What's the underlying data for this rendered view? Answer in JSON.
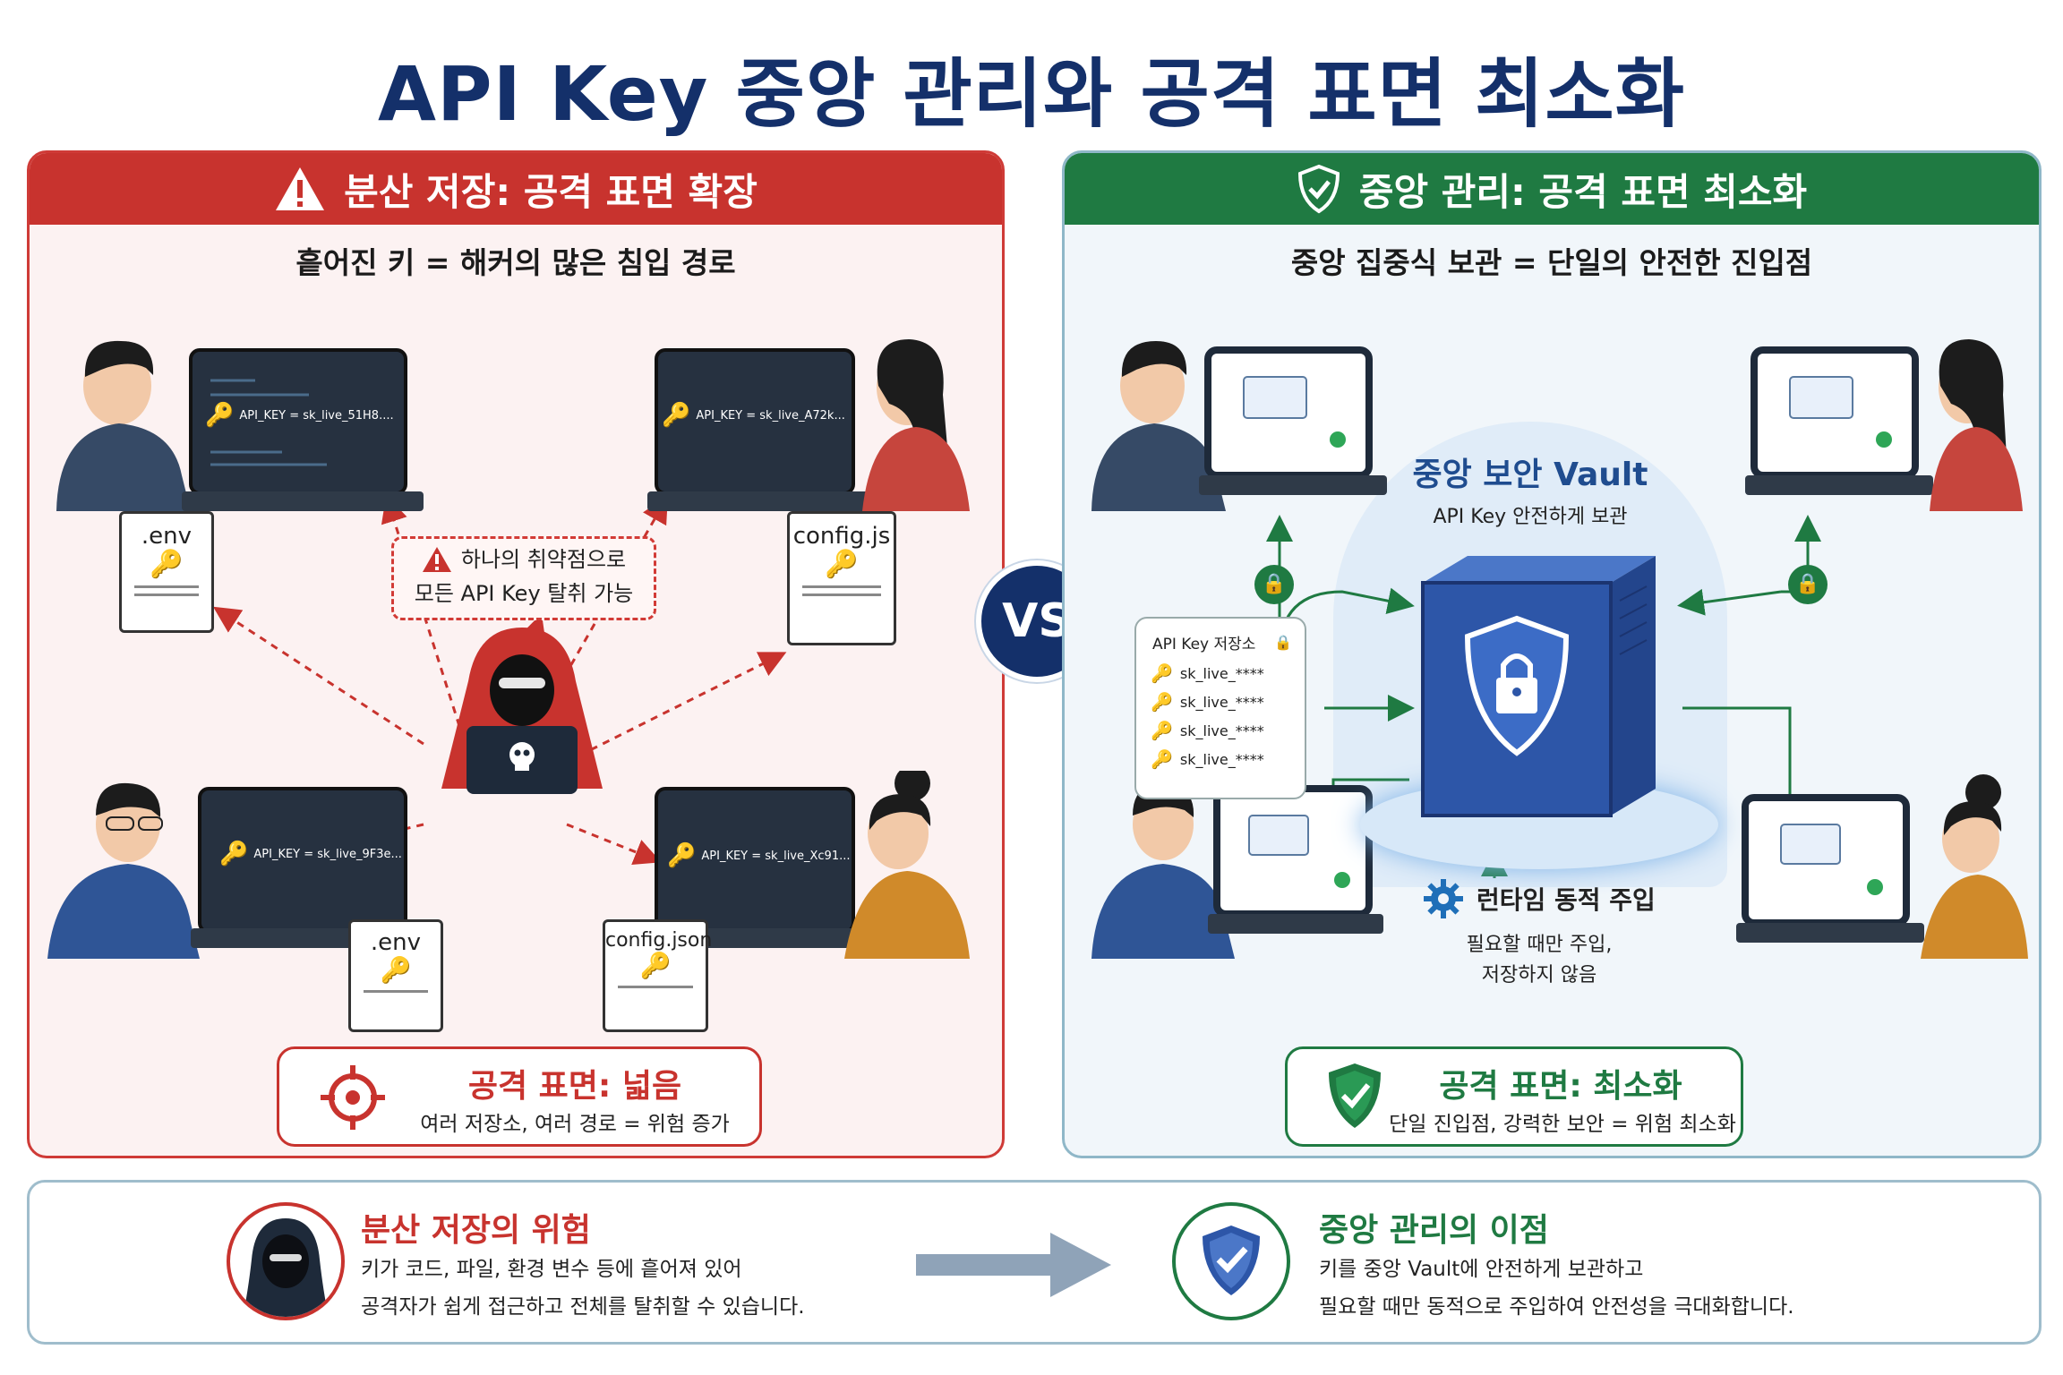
{
  "title": "API Key 중앙 관리와 공격 표면 최소화",
  "vs_label": "VS",
  "left_panel": {
    "header": "분산 저장: 공격 표면 확장",
    "subtitle": "흩어진 키 = 해커의 많은 침입 경로",
    "screens": [
      "API_KEY = sk_live_51H8....",
      "API_KEY = sk_live_A72k...",
      "API_KEY = sk_live_9F3e...",
      "API_KEY = sk_live_Xc91..."
    ],
    "files": [
      ".env",
      "config.js",
      ".env",
      "config.json"
    ],
    "warning_line1": "하나의 취약점으로",
    "warning_line2": "모든 API Key 탈취 가능",
    "summary_title": "공격 표면: 넓음",
    "summary_text": "여러 저장소, 여러 경로 = 위험 증가",
    "accent": "#c8332e"
  },
  "right_panel": {
    "header": "중앙 관리: 공격 표면 최소화",
    "subtitle": "중앙 집중식 보관 = 단일의 안전한 진입점",
    "vault_title": "중앙 보안 Vault",
    "vault_subtitle": "API Key 안전하게 보관",
    "store_title": "API Key 저장소",
    "store_keys": [
      "sk_live_****",
      "sk_live_****",
      "sk_live_****",
      "sk_live_****"
    ],
    "runtime_title": "런타임 동적 주입",
    "runtime_line1": "필요할 때만 주입,",
    "runtime_line2": "저장하지 않음",
    "summary_title": "공격 표면: 최소화",
    "summary_text": "단일 진입점, 강력한 보안 = 위험 최소화",
    "accent": "#1f7a42"
  },
  "bottom": {
    "risk_title": "분산 저장의 위험",
    "risk_line1": "키가 코드, 파일, 환경 변수 등에 흩어져 있어",
    "risk_line2": "공격자가 쉽게 접근하고 전체를 탈취할 수 있습니다.",
    "benefit_title": "중앙 관리의 이점",
    "benefit_line1": "키를 중앙 Vault에 안전하게 보관하고",
    "benefit_line2": "필요할 때만 동적으로 주입하여 안전성을 극대화합니다."
  },
  "icons": [
    "warning-icon",
    "shield-check-icon",
    "key-icon",
    "hacker-icon",
    "skull-icon",
    "lock-icon",
    "gear-icon",
    "target-icon",
    "arrow-right-icon"
  ]
}
